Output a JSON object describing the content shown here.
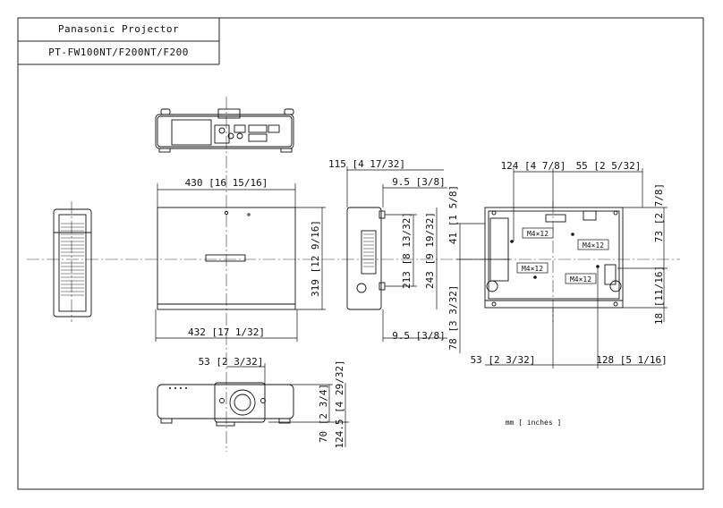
{
  "title_block": {
    "line1": "Panasonic Projector",
    "line2": "PT-FW100NT/F200NT/F200"
  },
  "dimensions": {
    "top_width": "430 [16 15/16]",
    "bottom_width": "432 [17 1/32]",
    "height": "319 [12 9/16]",
    "depth": "115 [4 17/32]",
    "offset_top": "9.5 [3/8]",
    "offset_bottom": "9.5 [3/8]",
    "d213": "213 [8 13/32]",
    "d243": "243 [9 19/32]",
    "d41": "41 [1 5/8]",
    "d78": "78 [3 3/32]",
    "d124": "124 [4 7/8]",
    "d55": "55 [2 5/32]",
    "d73": "73 [2 7/8]",
    "d18": "18 [11/16]",
    "d53_right": "53 [2 3/32]",
    "d128": "128 [5 1/16]",
    "d53_front": "53 [2 3/32]",
    "d70": "70 [2 3/4]",
    "d124_5": "124.5 [4 29/32]"
  },
  "screw_labels": [
    "M4×12",
    "M4×12",
    "M4×12",
    "M4×12"
  ],
  "units_note": "mm [ inches ]"
}
